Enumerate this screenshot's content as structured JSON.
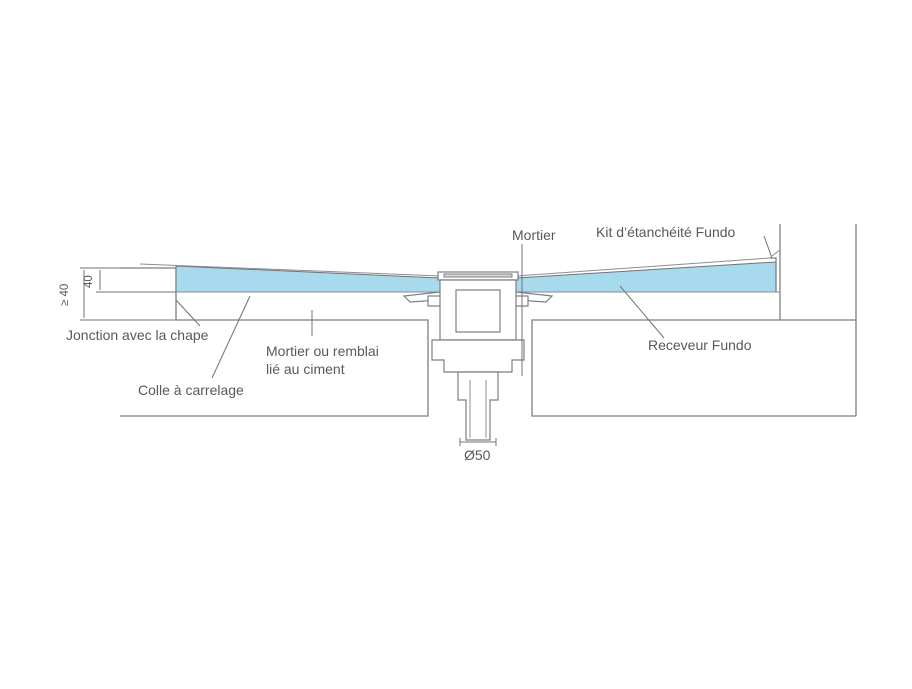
{
  "labels": {
    "mortier": "Mortier",
    "kit": "Kit d’étanchéité Fundo",
    "jonction": "Jonction avec la chape",
    "mortier_remblai_1": "Mortier ou remblai",
    "mortier_remblai_2": "lié au ciment",
    "receveur": "Receveur Fundo",
    "colle": "Colle à carrelage",
    "diametre": "Ø50",
    "dim_ge40": "≥ 40",
    "dim_40": "40"
  },
  "colors": {
    "receveur_fill": "#a8daed",
    "line": "#7b7f83",
    "text": "#555a5e"
  }
}
